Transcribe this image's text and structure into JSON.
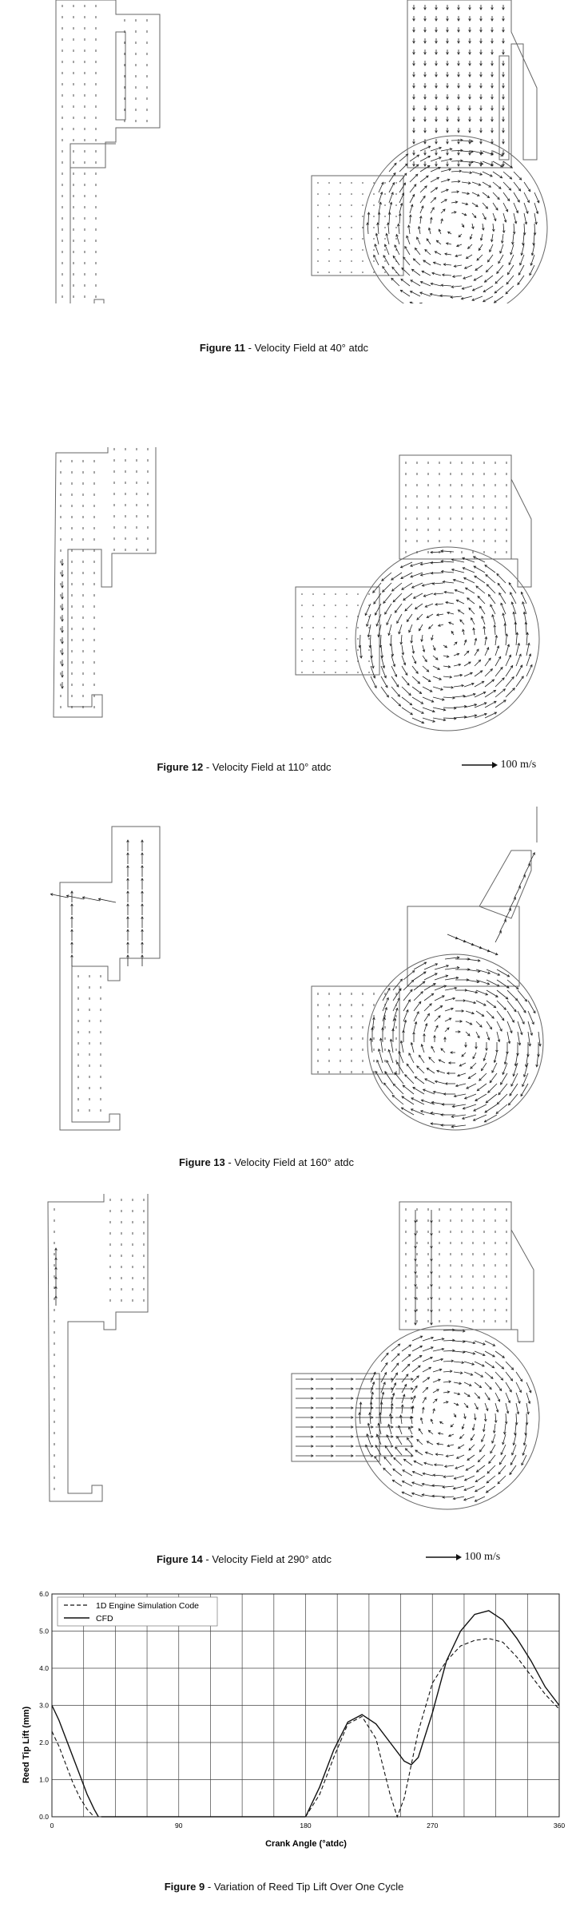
{
  "figures": [
    {
      "id": "11",
      "label": "Figure 11",
      "sep": " - ",
      "text": "Velocity Field at 40° atdc"
    },
    {
      "id": "12",
      "label": "Figure 12",
      "sep": " - ",
      "text": "Velocity Field at 110° atdc",
      "scale": "100 m/s"
    },
    {
      "id": "13",
      "label": "Figure 13",
      "sep": " - ",
      "text": "Velocity Field at 160° atdc"
    },
    {
      "id": "14",
      "label": "Figure 14",
      "sep": " - ",
      "text": "Velocity Field at 290° atdc",
      "scale": "100 m/s"
    }
  ],
  "figure9": {
    "label": "Figure 9",
    "sep": " - ",
    "text": "Variation of Reed Tip Lift Over One Cycle"
  },
  "chart_data": {
    "type": "line",
    "xlabel": "Crank Angle (°atdc)",
    "ylabel": "Reed Tip Lift (mm)",
    "xlim": [
      0,
      360
    ],
    "ylim": [
      0,
      6
    ],
    "xticks": [
      0,
      90,
      180,
      270,
      360
    ],
    "yticks": [
      0.0,
      1.0,
      2.0,
      3.0,
      4.0,
      5.0,
      6.0
    ],
    "grid": true,
    "legend_position": "top-left",
    "series": [
      {
        "name": "1D Engine Simulation Code",
        "style": "dashed",
        "x": [
          0,
          5,
          10,
          15,
          20,
          25,
          30,
          35,
          180,
          190,
          200,
          210,
          220,
          230,
          240,
          245,
          250,
          260,
          270,
          280,
          290,
          300,
          310,
          320,
          330,
          340,
          350,
          360
        ],
        "y": [
          2.3,
          1.9,
          1.4,
          0.9,
          0.5,
          0.2,
          0.0,
          0.0,
          0.0,
          0.6,
          1.6,
          2.5,
          2.7,
          2.1,
          0.6,
          0.0,
          0.5,
          2.3,
          3.6,
          4.2,
          4.6,
          4.75,
          4.8,
          4.7,
          4.3,
          3.8,
          3.3,
          2.9
        ]
      },
      {
        "name": "CFD",
        "style": "solid",
        "x": [
          0,
          5,
          10,
          15,
          20,
          25,
          30,
          33,
          180,
          190,
          200,
          210,
          220,
          230,
          240,
          250,
          255,
          260,
          270,
          280,
          290,
          300,
          310,
          320,
          330,
          340,
          350,
          360
        ],
        "y": [
          3.0,
          2.6,
          2.1,
          1.6,
          1.1,
          0.6,
          0.2,
          0.0,
          0.0,
          0.8,
          1.8,
          2.55,
          2.75,
          2.5,
          2.0,
          1.5,
          1.4,
          1.6,
          2.8,
          4.2,
          5.0,
          5.45,
          5.55,
          5.3,
          4.8,
          4.2,
          3.5,
          3.0
        ]
      }
    ]
  }
}
